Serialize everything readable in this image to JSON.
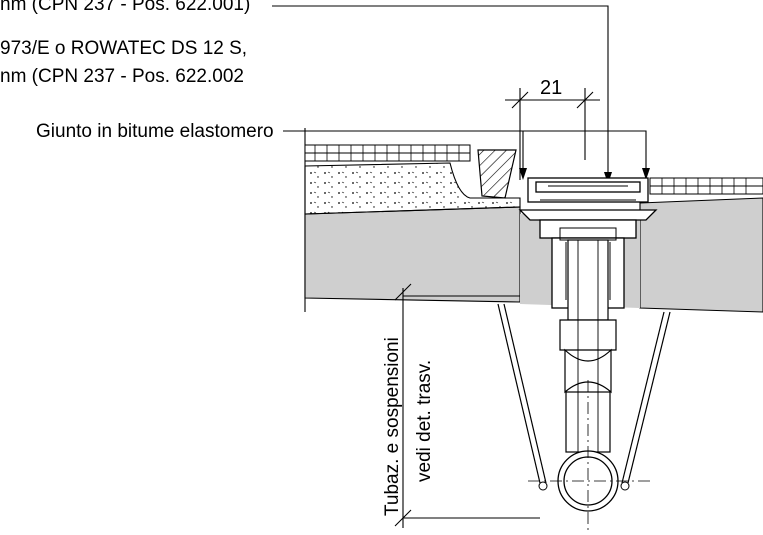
{
  "labels": {
    "line1": "nm  (CPN 237 - Pos. 622.001)",
    "line2": "973/E o ROWATEC DS 12 S,",
    "line3": "nm  (CPN 237 - Pos. 622.002",
    "joint": "Giunto in bitume elastomero",
    "dimension": "21",
    "vertical_1": "Tubaz. e sospensioni",
    "vertical_2": "vedi det. trasv."
  },
  "colors": {
    "slab": "#cfcfcf",
    "line": "#000000",
    "background": "#ffffff"
  }
}
